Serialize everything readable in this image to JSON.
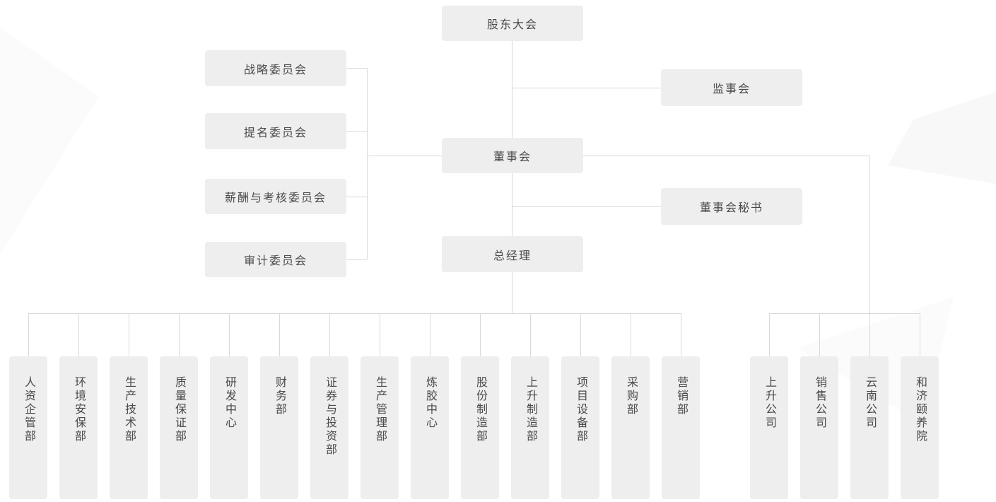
{
  "org": {
    "top": {
      "shareholders": "股东大会",
      "supervisory": "监事会",
      "board": "董事会",
      "secretary": "董事会秘书",
      "gm": "总经理"
    },
    "committees": [
      "战略委员会",
      "提名委员会",
      "薪酬与考核委员会",
      "审计委员会"
    ],
    "departments": [
      "人资企管部",
      "环境安保部",
      "生产技术部",
      "质量保证部",
      "研发中心",
      "财务部",
      "证券与投资部",
      "生产管理部",
      "炼胶中心",
      "股份制造部",
      "上升制造部",
      "项目设备部",
      "采购部",
      "营销部"
    ],
    "subsidiaries": [
      "上升公司",
      "销售公司",
      "云南公司",
      "和济颐养院"
    ]
  },
  "colors": {
    "node_background": "#eeeeee",
    "node_text": "#4a4a4a",
    "connector_line": "#d9d9d9",
    "page_background": "#ffffff"
  }
}
